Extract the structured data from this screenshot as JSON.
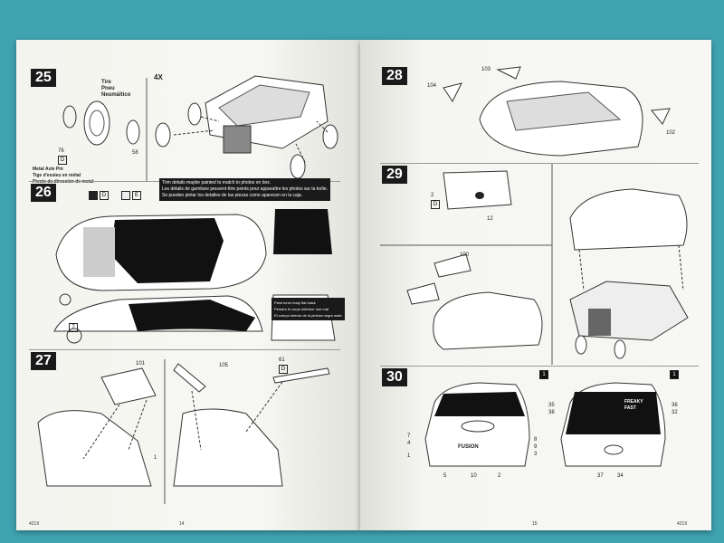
{
  "left_page": {
    "step25": {
      "number": "25",
      "tire_label": "Tire\nPneu\nNeumáltico",
      "qty": "4X",
      "part_76": "76",
      "part_58": "58",
      "axle_label": "Metal Axle Pin\nTige d'essieu en métal\nPivote de dirección de metal",
      "asterisk": "*"
    },
    "step26": {
      "number": "26",
      "color_d": "D",
      "color_e": "E",
      "trim_note": "Trim details maybe painted to match to photos on box.\nLes détails de garniture peuvent être peints pour apparaître les photos sur la boîte.\nSe pueden pintar los detalles de las piezas como aparecen en la caja.",
      "part_7": "7",
      "black_note": "Paint inner body flat black\nPeindre le corps intérieur noir mat\nEl cuerpo interior de la pintura negra mate"
    },
    "step27": {
      "number": "27",
      "part_101": "101",
      "part_105": "105",
      "part_61": "61",
      "part_61_color": "D",
      "part_1": "1"
    },
    "footer_code": "4219",
    "page_number": "14"
  },
  "right_page": {
    "step28": {
      "number": "28",
      "part_104": "104",
      "part_103": "103",
      "part_102": "102"
    },
    "step29": {
      "number": "29",
      "part_2": "2",
      "part_2_color": "D",
      "part_12": "12",
      "part_100": "100",
      "asterisk": "*"
    },
    "step30": {
      "number": "30",
      "front_callouts": [
        "7",
        "4",
        "1",
        "3",
        "5",
        "10",
        "2",
        "8",
        "9"
      ],
      "rear_callouts": [
        "35",
        "38",
        "37",
        "34",
        "36",
        "32"
      ],
      "color_1a": "1",
      "color_1b": "1",
      "fusion": "FUSION",
      "freaky_fast": "FREAKY\nFAST"
    },
    "footer_code": "4219",
    "page_number": "15"
  },
  "colors": {
    "background": "#3fa3b0",
    "paper": "#f6f6f2",
    "ink": "#1a1a1a"
  }
}
